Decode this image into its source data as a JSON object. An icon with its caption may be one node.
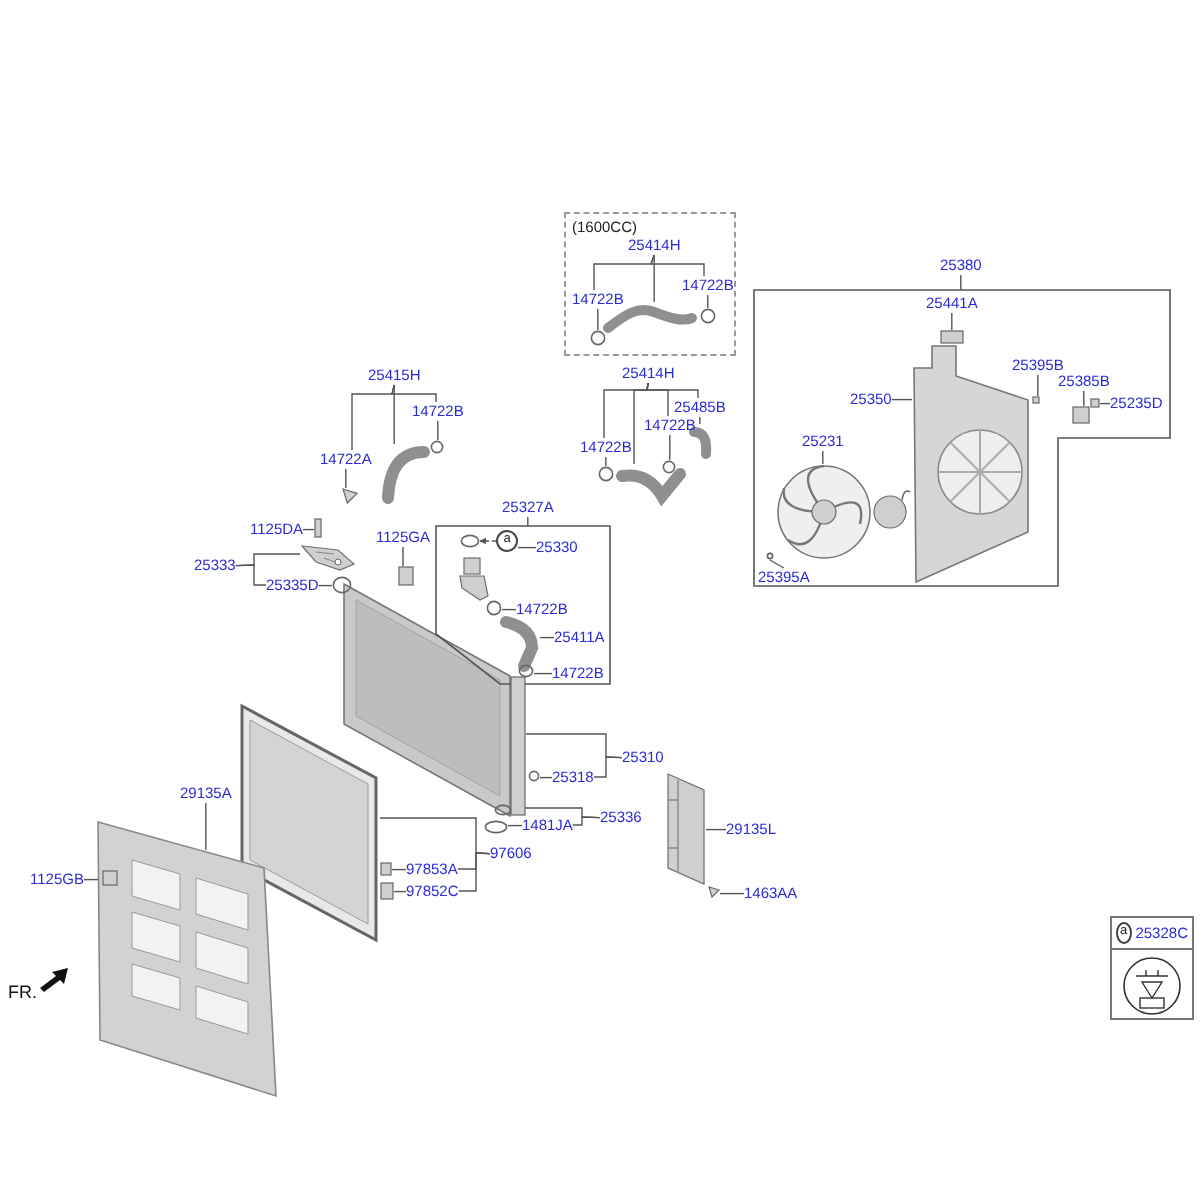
{
  "diagram": {
    "nodes": [
      {
        "text": [
          "(1600CC)"
        ]
      },
      {
        "text": [
          "25414H"
        ],
        "in": 0
      },
      {
        "text": [
          "14722B"
        ],
        "in": 0
      },
      {
        "text": [
          "14722B"
        ],
        "in": 0
      },
      {
        "text": [
          "25415H"
        ]
      },
      {
        "text": [
          "14722B"
        ]
      },
      {
        "text": [
          "14722A"
        ]
      },
      {
        "text": [
          "25414H"
        ]
      },
      {
        "text": [
          "25485B"
        ]
      },
      {
        "text": [
          "14722B"
        ]
      },
      {
        "text": [
          "14722B"
        ]
      },
      {
        "text": [
          "25327A"
        ]
      },
      {
        "text": [],
        "shape": "box"
      },
      {
        "text": [
          "25330"
        ],
        "in": 12
      },
      {
        "text": [
          "14722B"
        ],
        "in": 12
      },
      {
        "text": [
          "25411A"
        ],
        "in": 12
      },
      {
        "text": [
          "14722B"
        ],
        "in": 12
      },
      {
        "text": [
          "1125DA"
        ]
      },
      {
        "text": [
          "1125GA"
        ]
      },
      {
        "text": [
          "25333"
        ]
      },
      {
        "text": [
          "25335D"
        ]
      },
      {
        "text": [
          "25310"
        ]
      },
      {
        "text": [
          "25318"
        ]
      },
      {
        "text": [
          "25336"
        ]
      },
      {
        "text": [
          "1481JA"
        ]
      },
      {
        "text": [
          "97606"
        ]
      },
      {
        "text": [
          "29135A"
        ]
      },
      {
        "text": [
          "1125GB"
        ]
      },
      {
        "text": [
          "97853A"
        ]
      },
      {
        "text": [
          "97852C"
        ]
      },
      {
        "text": [
          "29135L"
        ]
      },
      {
        "text": [
          "1463AA"
        ]
      },
      {
        "text": [
          "25380"
        ]
      },
      {
        "text": [],
        "shape": "box"
      },
      {
        "text": [
          "25441A"
        ],
        "in": 33
      },
      {
        "text": [
          "25395B"
        ],
        "in": 33
      },
      {
        "text": [
          "25385B"
        ],
        "in": 33
      },
      {
        "text": [
          "25350"
        ],
        "in": 33
      },
      {
        "text": [
          "25235D"
        ],
        "in": 33
      },
      {
        "text": [
          "25231"
        ],
        "in": 33
      },
      {
        "text": [
          "25395A"
        ],
        "in": 33
      },
      {
        "text": [
          "a",
          "25328C"
        ]
      },
      {
        "text": [],
        "shape": "picture",
        "in": 0
      },
      {
        "text": [],
        "shape": "circle",
        "in": 0
      },
      {
        "text": [],
        "shape": "circle",
        "in": 0
      },
      {
        "text": [],
        "shape": "picture"
      },
      {
        "text": [],
        "shape": "circle"
      },
      {
        "text": [],
        "shape": "triangle"
      },
      {
        "text": [],
        "shape": "picture"
      },
      {
        "text": [],
        "shape": "circle"
      },
      {
        "text": [],
        "shape": "circle"
      },
      {
        "text": [],
        "shape": "picture"
      },
      {
        "text": [
          "a"
        ],
        "in": 12
      },
      {
        "text": [],
        "shape": "circle",
        "in": 12
      },
      {
        "text": [],
        "shape": "circle",
        "in": 12
      },
      {
        "text": [],
        "shape": "picture",
        "in": 12
      },
      {
        "text": [],
        "shape": "circle",
        "in": 12
      },
      {
        "text": [],
        "shape": "box"
      },
      {
        "text": [],
        "shape": "picture"
      },
      {
        "text": [],
        "shape": "circle"
      },
      {
        "text": [],
        "shape": "box"
      },
      {
        "text": [],
        "shape": "box"
      },
      {
        "text": [],
        "shape": "circle"
      },
      {
        "text": [],
        "shape": "circle"
      },
      {
        "text": [],
        "shape": "circle"
      },
      {
        "text": [],
        "shape": "picture"
      },
      {
        "text": [],
        "shape": "box"
      },
      {
        "text": [],
        "shape": "box"
      },
      {
        "text": [],
        "shape": "picture"
      },
      {
        "text": [],
        "shape": "box",
        "in": 68
      },
      {
        "text": [],
        "shape": "picture"
      },
      {
        "text": [],
        "shape": "triangle"
      },
      {
        "text": [],
        "shape": "box",
        "in": 33
      },
      {
        "text": [],
        "shape": "picture",
        "in": 33
      },
      {
        "text": [],
        "shape": "box",
        "in": 33
      },
      {
        "text": [],
        "shape": "box",
        "in": 33
      },
      {
        "text": [],
        "shape": "box",
        "in": 33
      },
      {
        "text": [],
        "shape": "picture",
        "in": 33
      },
      {
        "text": [],
        "shape": "circle",
        "in": 33
      }
    ],
    "edges": [
      {
        "from": 1,
        "to": 42,
        "arrow": "none"
      },
      {
        "from": 1,
        "to": 2,
        "arrow": "none"
      },
      {
        "from": 1,
        "to": 3,
        "arrow": "none"
      },
      {
        "from": 2,
        "to": 43,
        "arrow": "none"
      },
      {
        "from": 3,
        "to": 44,
        "arrow": "none"
      },
      {
        "from": 4,
        "to": 45,
        "arrow": "none"
      },
      {
        "from": 4,
        "to": 6,
        "arrow": "none"
      },
      {
        "from": 4,
        "to": 5,
        "arrow": "none"
      },
      {
        "from": 5,
        "to": 46,
        "arrow": "none"
      },
      {
        "from": 6,
        "to": 47,
        "arrow": "none"
      },
      {
        "from": 7,
        "to": 48,
        "arrow": "none"
      },
      {
        "from": 7,
        "to": 10,
        "arrow": "none"
      },
      {
        "from": 7,
        "to": 9,
        "arrow": "none"
      },
      {
        "from": 7,
        "to": 8,
        "arrow": "none"
      },
      {
        "from": 8,
        "to": 51,
        "arrow": "none"
      },
      {
        "from": 9,
        "to": 50,
        "arrow": "none"
      },
      {
        "from": 10,
        "to": 49,
        "arrow": "none"
      },
      {
        "from": 11,
        "to": 12,
        "arrow": "none"
      },
      {
        "from": 13,
        "to": 52,
        "arrow": "none"
      },
      {
        "from": 52,
        "to": 53,
        "arrow": "to",
        "style": "dashed"
      },
      {
        "from": 14,
        "to": 54,
        "arrow": "none"
      },
      {
        "from": 15,
        "to": 55,
        "arrow": "none"
      },
      {
        "from": 16,
        "to": 56,
        "arrow": "none"
      },
      {
        "from": 17,
        "to": 57,
        "arrow": "none"
      },
      {
        "from": 18,
        "to": 60,
        "arrow": "none"
      },
      {
        "from": 19,
        "to": 58,
        "arrow": "none"
      },
      {
        "from": 19,
        "to": 20,
        "arrow": "none"
      },
      {
        "from": 20,
        "to": 59,
        "arrow": "none"
      },
      {
        "from": 21,
        "to": 61,
        "arrow": "none"
      },
      {
        "from": 21,
        "to": 22,
        "arrow": "none"
      },
      {
        "from": 22,
        "to": 62,
        "arrow": "none"
      },
      {
        "from": 23,
        "to": 63,
        "arrow": "none"
      },
      {
        "from": 23,
        "to": 24,
        "arrow": "none"
      },
      {
        "from": 24,
        "to": 64,
        "arrow": "none"
      },
      {
        "from": 25,
        "to": 65,
        "arrow": "none"
      },
      {
        "from": 25,
        "to": 28,
        "arrow": "none"
      },
      {
        "from": 25,
        "to": 29,
        "arrow": "none"
      },
      {
        "from": 28,
        "to": 66,
        "arrow": "none"
      },
      {
        "from": 29,
        "to": 67,
        "arrow": "none"
      },
      {
        "from": 26,
        "to": 68,
        "arrow": "none"
      },
      {
        "from": 27,
        "to": 69,
        "arrow": "none"
      },
      {
        "from": 30,
        "to": 70,
        "arrow": "none"
      },
      {
        "from": 31,
        "to": 71,
        "arrow": "none"
      },
      {
        "from": 32,
        "to": 33,
        "arrow": "none"
      },
      {
        "from": 34,
        "to": 72,
        "arrow": "none"
      },
      {
        "from": 35,
        "to": 74,
        "arrow": "none"
      },
      {
        "from": 36,
        "to": 75,
        "arrow": "none"
      },
      {
        "from": 37,
        "to": 73,
        "arrow": "none"
      },
      {
        "from": 38,
        "to": 76,
        "arrow": "none"
      },
      {
        "from": 39,
        "to": 77,
        "arrow": "none"
      },
      {
        "from": 40,
        "to": 78,
        "arrow": "none"
      }
    ],
    "labels": [
      "FR."
    ]
  }
}
